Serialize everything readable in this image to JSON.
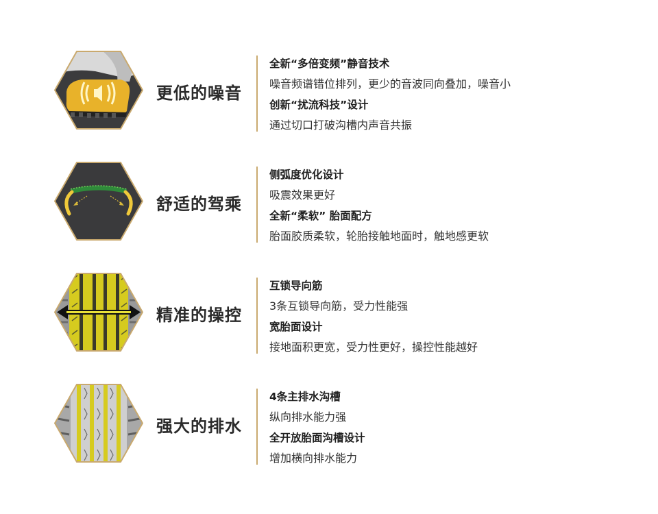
{
  "features": [
    {
      "title": "更低的噪音",
      "icon": "speaker-sound-icon",
      "lines": [
        {
          "text": "全新“多倍变频”静音技术",
          "style": "bold"
        },
        {
          "text": "噪音频谱错位排列，更少的音波同向叠加，噪音小",
          "style": "normal"
        },
        {
          "text": "创新“扰流科技”设计",
          "style": "bold"
        },
        {
          "text": "通过切口打破沟槽内声音共振",
          "style": "normal"
        }
      ]
    },
    {
      "title": "舒适的驾乘",
      "icon": "tire-sidewall-icon",
      "lines": [
        {
          "text": "侧弧度优化设计",
          "style": "bold"
        },
        {
          "text": "吸震效果更好",
          "style": "normal"
        },
        {
          "text": "全新“柔软” 胎面配方",
          "style": "bold"
        },
        {
          "text": "胎面胶质柔软，轮胎接触地面时，触地感更软",
          "style": "normal"
        }
      ]
    },
    {
      "title": "精准的操控",
      "icon": "tread-arrows-icon",
      "lines": [
        {
          "text": "互锁导向筋",
          "style": "bold"
        },
        {
          "text": "3条互锁导向筋，受力性能强",
          "style": "normal"
        },
        {
          "text": "宽胎面设计",
          "style": "bold"
        },
        {
          "text": "接地面积更宽，受力性更好，操控性能越好",
          "style": "normal"
        }
      ]
    },
    {
      "title": "强大的排水",
      "icon": "tread-grooves-icon",
      "lines": [
        {
          "text": "4条主排水沟槽",
          "style": "bold"
        },
        {
          "text": "纵向排水能力强",
          "style": "normal"
        },
        {
          "text": "全开放胎面沟槽设计",
          "style": "bold"
        },
        {
          "text": "增加横向排水能力",
          "style": "normal"
        }
      ]
    }
  ],
  "colors": {
    "accent_gold": "#c9a96e",
    "tread_yellow": "#d6cb1f",
    "dark_bg": "#3a3a3c"
  }
}
